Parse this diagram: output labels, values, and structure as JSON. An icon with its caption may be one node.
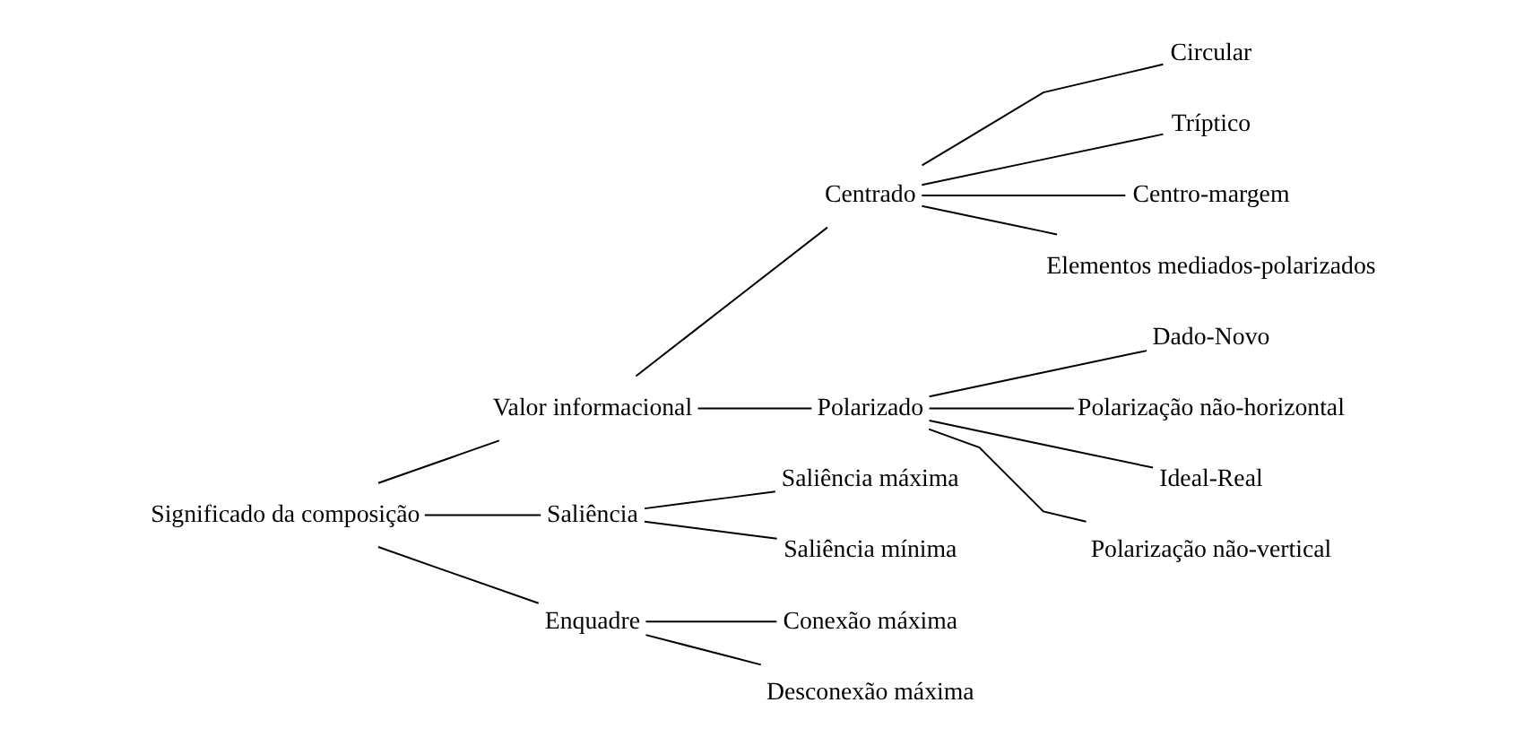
{
  "diagram": {
    "nodes": [
      {
        "text": [
          "Significado da composição"
        ]
      },
      {
        "text": [
          "Valor informacional"
        ]
      },
      {
        "text": [
          "Centrado"
        ]
      },
      {
        "text": [
          "Circular"
        ]
      },
      {
        "text": [
          "Tríptico"
        ]
      },
      {
        "text": [
          "Centro-margem"
        ]
      },
      {
        "text": [
          "Elementos mediados-polarizados"
        ]
      },
      {
        "text": [
          "Polarizado"
        ]
      },
      {
        "text": [
          "Dado-Novo"
        ]
      },
      {
        "text": [
          "Polarização não-horizontal"
        ]
      },
      {
        "text": [
          "Ideal-Real"
        ]
      },
      {
        "text": [
          "Polarização não-vertical"
        ]
      },
      {
        "text": [
          "Saliência"
        ]
      },
      {
        "text": [
          "Saliência máxima"
        ]
      },
      {
        "text": [
          "Saliência mínima"
        ]
      },
      {
        "text": [
          "Enquadre"
        ]
      },
      {
        "text": [
          "Conexão máxima"
        ]
      },
      {
        "text": [
          "Desconexão máxima"
        ]
      }
    ],
    "edges": [
      {
        "from": 0,
        "to": 1,
        "arrow": "none"
      },
      {
        "from": 0,
        "to": 12,
        "arrow": "none"
      },
      {
        "from": 0,
        "to": 15,
        "arrow": "none"
      },
      {
        "from": 1,
        "to": 2,
        "arrow": "none"
      },
      {
        "from": 1,
        "to": 7,
        "arrow": "none"
      },
      {
        "from": 2,
        "to": 3,
        "arrow": "none"
      },
      {
        "from": 2,
        "to": 4,
        "arrow": "none"
      },
      {
        "from": 2,
        "to": 5,
        "arrow": "none"
      },
      {
        "from": 2,
        "to": 6,
        "arrow": "none"
      },
      {
        "from": 7,
        "to": 8,
        "arrow": "none"
      },
      {
        "from": 7,
        "to": 9,
        "arrow": "none"
      },
      {
        "from": 7,
        "to": 10,
        "arrow": "none"
      },
      {
        "from": 7,
        "to": 11,
        "arrow": "none"
      },
      {
        "from": 12,
        "to": 13,
        "arrow": "none"
      },
      {
        "from": 12,
        "to": 14,
        "arrow": "none"
      },
      {
        "from": 15,
        "to": 16,
        "arrow": "none"
      },
      {
        "from": 15,
        "to": 17,
        "arrow": "none"
      }
    ]
  }
}
